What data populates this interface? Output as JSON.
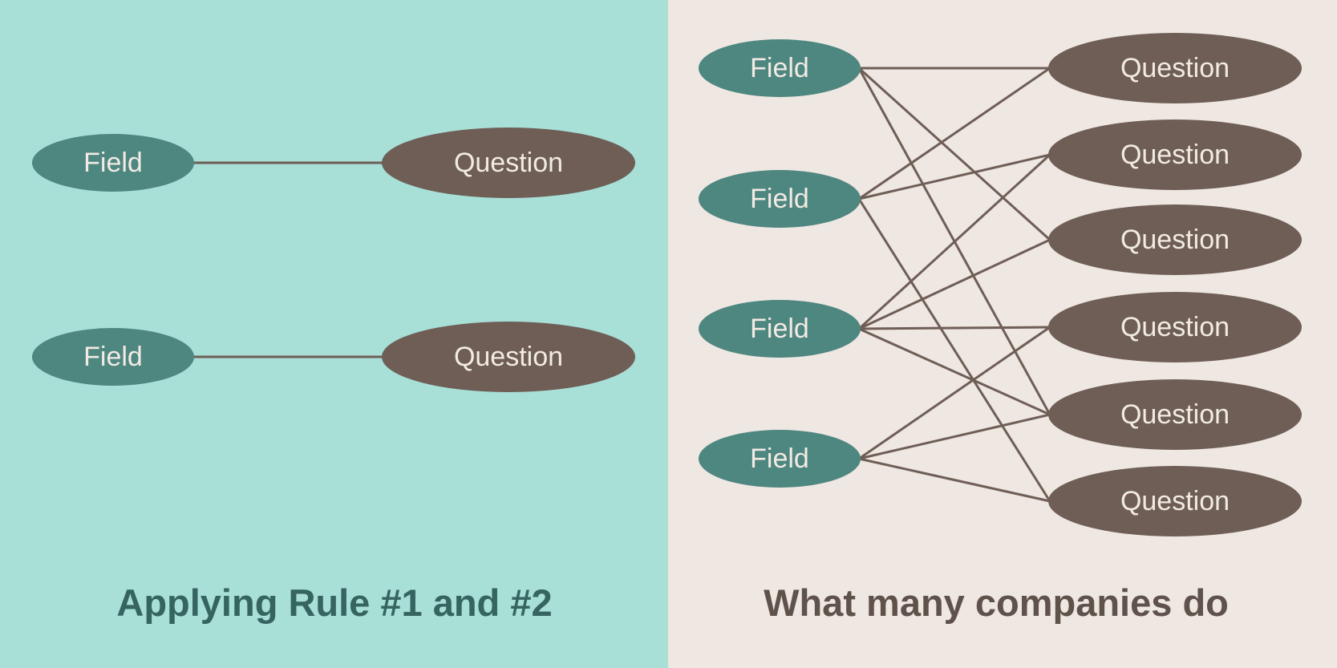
{
  "colors": {
    "left_bg": "#a8dfd7",
    "right_bg": "#efe7e2",
    "field_fill": "#4e8680",
    "question_fill": "#6e5e56",
    "edge": "#6e5e56",
    "label_text": "#f2ebe4",
    "left_title": "#36645f",
    "right_title": "#5e524b"
  },
  "left_panel": {
    "title": "Applying Rule #1 and #2",
    "fields": [
      {
        "label": "Field"
      },
      {
        "label": "Field"
      }
    ],
    "questions": [
      {
        "label": "Question"
      },
      {
        "label": "Question"
      }
    ],
    "edges": [
      [
        0,
        0
      ],
      [
        1,
        1
      ]
    ]
  },
  "right_panel": {
    "title": "What many companies do",
    "fields": [
      {
        "label": "Field"
      },
      {
        "label": "Field"
      },
      {
        "label": "Field"
      },
      {
        "label": "Field"
      }
    ],
    "questions": [
      {
        "label": "Question"
      },
      {
        "label": "Question"
      },
      {
        "label": "Question"
      },
      {
        "label": "Question"
      },
      {
        "label": "Question"
      },
      {
        "label": "Question"
      }
    ],
    "edges": [
      [
        0,
        0
      ],
      [
        0,
        2
      ],
      [
        0,
        4
      ],
      [
        1,
        0
      ],
      [
        1,
        1
      ],
      [
        1,
        5
      ],
      [
        2,
        1
      ],
      [
        2,
        2
      ],
      [
        2,
        3
      ],
      [
        2,
        4
      ],
      [
        3,
        3
      ],
      [
        3,
        4
      ],
      [
        3,
        5
      ]
    ]
  }
}
